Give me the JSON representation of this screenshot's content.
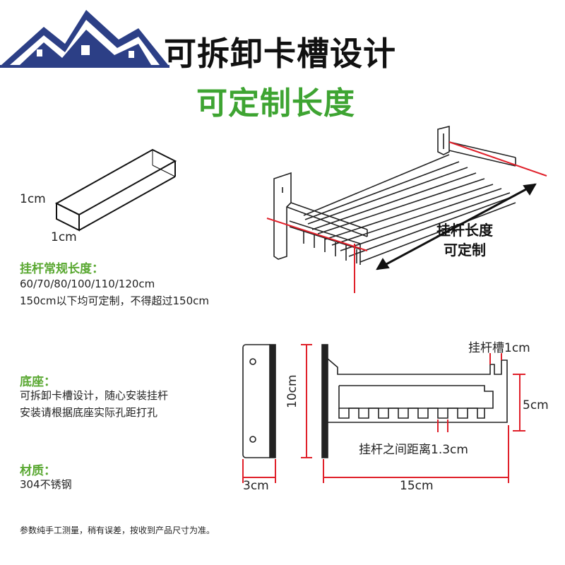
{
  "header": {
    "title": "可拆卸卡槽设计",
    "subtitle": "可定制长度"
  },
  "bar_sample": {
    "height_label": "1cm",
    "width_label": "1cm"
  },
  "rack_callout": {
    "line1": "挂杆长度",
    "line2": "可定制"
  },
  "length_section": {
    "heading": "挂杆常规长度：",
    "lines": [
      "60/70/80/100/110/120cm",
      "150cm以下均可定制，不得超过150cm"
    ]
  },
  "base_section": {
    "heading": "底座：",
    "lines": [
      "可拆卸卡槽设计，随心安装挂杆",
      "安装请根据底座实际孔距打孔"
    ]
  },
  "material_section": {
    "heading": "材质：",
    "lines": [
      "304不锈钢"
    ]
  },
  "dimensions": {
    "slot_label": "挂杆槽1cm",
    "height_label": "10cm",
    "depth_label": "5cm",
    "spacing_label": "挂杆之间距离1.3cm",
    "plate_width_label": "3cm",
    "arm_length_label": "15cm"
  },
  "footer": {
    "note": "参数纯手工测量，稍有误差，按收到产品尺寸为准。"
  },
  "colors": {
    "accent_green": "#3ea432",
    "heading_green": "#5aa832",
    "dimension_red": "#e0202a",
    "logo_blue": "#2c3f86"
  }
}
